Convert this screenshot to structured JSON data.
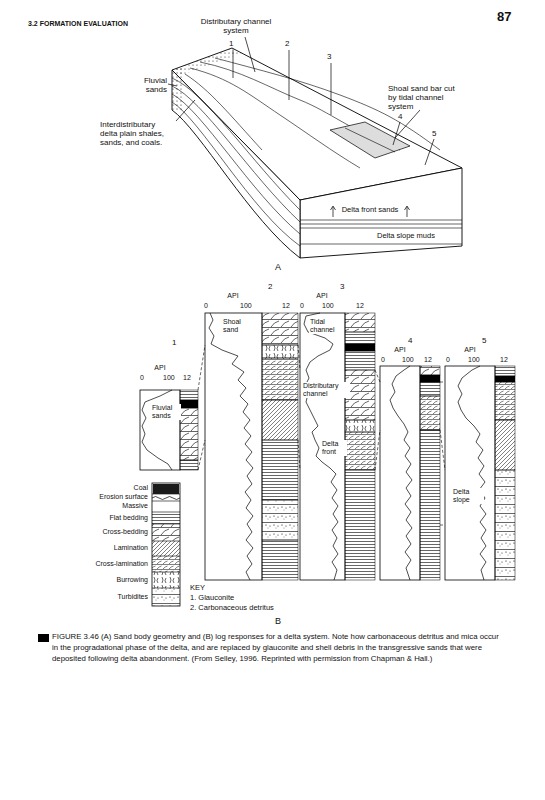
{
  "diagram": {
    "caption": "FIGURE 3.46 (A) Sand body geometry and (B) log responses for a delta system. Note how carbonaceous detritus and mica occur in the progradational phase of the delta, and are replaced by glauconite and shell debris in the transgressive sands that were deposited following delta abandonment. (From Selley, 1996. Reprinted with permission from Chapman & Hall.)",
    "labels": [
      "3.2 FORMATION EVALUATION",
      "87",
      "Distributary channel system",
      "1",
      "2",
      "3",
      "Fluvial sands",
      "Shoal sand bar cut by tidal channel system",
      "4",
      "5",
      "Interdistributary delta plain shales, sands, and coals.",
      "Delta front sands",
      "Delta slope muds",
      "A",
      "1",
      "API",
      "0",
      "100",
      "12",
      "2",
      "API",
      "0",
      "100",
      "12",
      "3",
      "API",
      "0",
      "100",
      "12",
      "4",
      "API",
      "0",
      "100",
      "12",
      "5",
      "API",
      "0",
      "100",
      "12",
      "Fluvial sands",
      "Shoal sand",
      "Tidal channel",
      "Distributary channel",
      "Delta front",
      "Delta slope",
      "KEY",
      "1. Glauconite",
      "2. Carbonaceous detritus",
      "B"
    ],
    "legend": [
      {
        "text": "Coal",
        "color": "#1a1a1a"
      },
      {
        "text": "Erosion surface"
      },
      {
        "text": "Massive",
        "color": "#ffffff"
      },
      {
        "text": "Flat bedding"
      },
      {
        "text": "Cross-bedding"
      },
      {
        "text": "Lamination"
      },
      {
        "text": "Cross-lamination"
      },
      {
        "text": "Burrowing"
      },
      {
        "text": "Turbidites"
      }
    ]
  }
}
